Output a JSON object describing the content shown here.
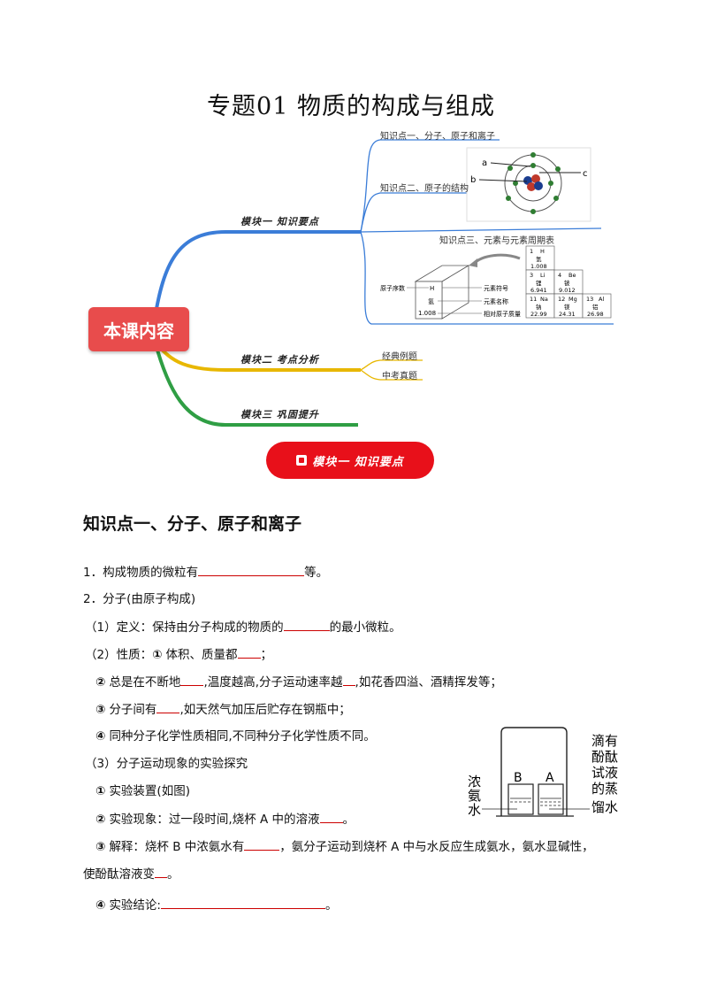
{
  "title": "专题01  物质的构成与组成",
  "mindmap": {
    "center": "本课内容",
    "branches": [
      {
        "label": "模块一  知识要点"
      },
      {
        "label": "模块二  考点分析"
      },
      {
        "label": "模块三  巩固提升"
      }
    ],
    "knowledge_points": [
      "知识点一、分子、原子和离子",
      "知识点二、原子的结构",
      "知识点三、元素与元素周期表"
    ],
    "exam_points": [
      "经典例题",
      "中考真题"
    ],
    "atom_labels": [
      "a",
      "b",
      "c"
    ],
    "element_cell": {
      "left_labels": [
        "原子序数"
      ],
      "right_labels": [
        "元素符号",
        "元素名称",
        "相对原子质量"
      ],
      "symbol": "H",
      "name": "氢",
      "mass": "1.008"
    },
    "periodic_cells": [
      {
        "num": "1",
        "sym": "H",
        "name": "氢",
        "mass": "1.008"
      },
      {
        "num": "3",
        "sym": "Li",
        "name": "锂",
        "mass": "6.941"
      },
      {
        "num": "4",
        "sym": "Be",
        "name": "铍",
        "mass": "9.012"
      },
      {
        "num": "11",
        "sym": "Na",
        "name": "钠",
        "mass": "22.99"
      },
      {
        "num": "12",
        "sym": "Mg",
        "name": "镁",
        "mass": "24.31"
      },
      {
        "num": "13",
        "sym": "Al",
        "name": "铝",
        "mass": "26.98"
      }
    ]
  },
  "pill": "模块一  知识要点",
  "section_heading": "知识点一、分子、原子和离子",
  "lines": {
    "l1a": "1．构成物质的微粒有",
    "l1b": "等。",
    "l2": "2．分子(由原子构成)",
    "l3a": "（1）定义：保持由分子构成的物质的",
    "l3b": "的最小微粒。",
    "l4a": "（2）性质：",
    "l4c": "体积、质量都",
    "l4d": "；",
    "l5a": "总是在不断地",
    "l5b": ",温度越高,分子运动速率越",
    "l5c": ",如花香四溢、酒精挥发等；",
    "l6a": "分子间有",
    "l6b": ",如天然气加压后贮存在钢瓶中；",
    "l7": "同种分子化学性质相同,不同种分子化学性质不同。",
    "l8": "（3）分子运动现象的实验探究",
    "l9": "实验装置(如图)",
    "l10a": "实验现象：过一段时间,烧杯 A 中的溶液",
    "l10b": "。",
    "l11a": "解释：烧杯 B 中浓氨水有",
    "l11b": "，氨分子运动到烧杯 A 中与水反应生成氨水，氨水显碱性，",
    "l12a": "使酚酞溶液变",
    "l12b": "。",
    "l13a": "实验结论:",
    "l13b": "。"
  },
  "circled": [
    "①",
    "②",
    "③",
    "④"
  ],
  "apparatus": {
    "beaker_b": "B",
    "beaker_a": "A",
    "left_label": [
      "浓",
      "氨",
      "水"
    ],
    "right_label": [
      "滴有",
      "酚酞",
      "试液",
      "的蒸",
      "馏水"
    ]
  }
}
